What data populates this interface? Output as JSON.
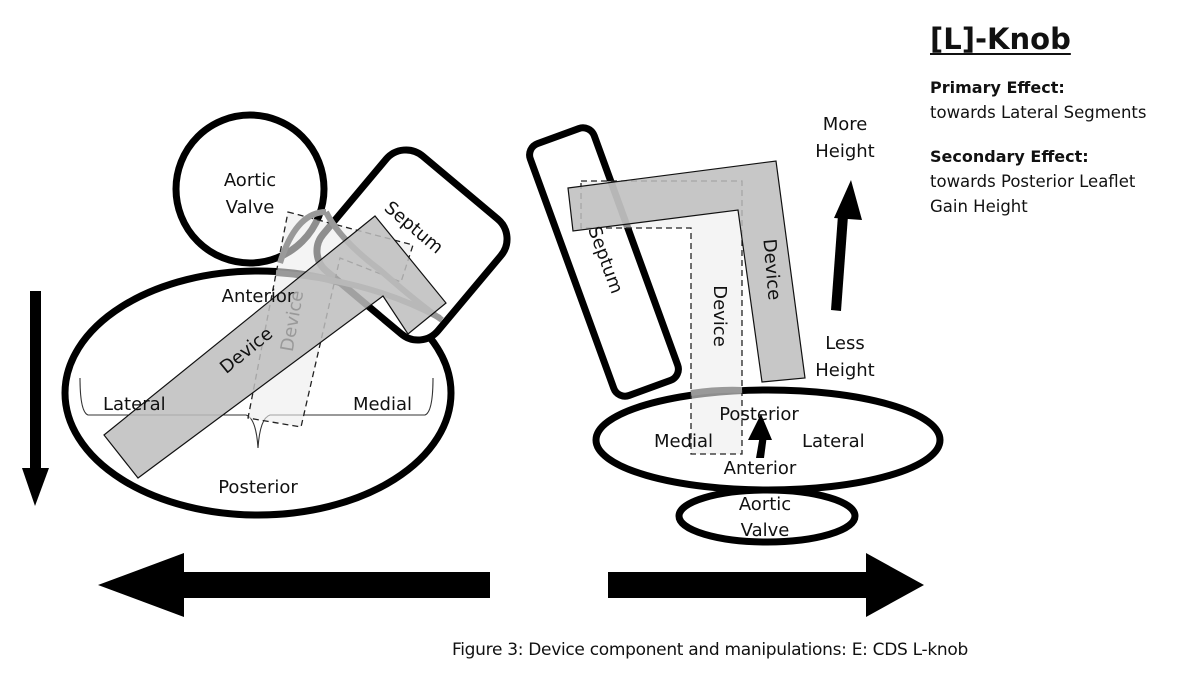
{
  "side_panel": {
    "title": "[L]-Knob",
    "primary": {
      "heading": "Primary Effect:",
      "lines": [
        "towards Lateral Segments"
      ]
    },
    "secondary": {
      "heading": "Secondary Effect:",
      "lines": [
        "towards Posterior Leaflet",
        "Gain Height"
      ]
    }
  },
  "left_diagram": {
    "aortic_valve": [
      "Aortic",
      "Valve"
    ],
    "septum": "Septum",
    "anterior": "Anterior",
    "lateral": "Lateral",
    "medial": "Medial",
    "posterior": "Posterior",
    "device_solid": "Device",
    "device_ghost": "Device",
    "movement_arrow": "down-arrow"
  },
  "right_diagram": {
    "septum": "Septum",
    "device_solid": "Device",
    "device_ghost": "Device",
    "posterior": "Posterior",
    "medial": "Medial",
    "lateral": "Lateral",
    "anterior": "Anterior",
    "aortic_valve": [
      "Aortic",
      "Valve"
    ],
    "more_height": [
      "More",
      "Height"
    ],
    "less_height": [
      "Less",
      "Height"
    ]
  },
  "bottom_arrows": {
    "left": "left-arrow",
    "right": "right-arrow"
  },
  "caption": "Figure 3: Device component and manipulations: E: CDS  L-knob"
}
